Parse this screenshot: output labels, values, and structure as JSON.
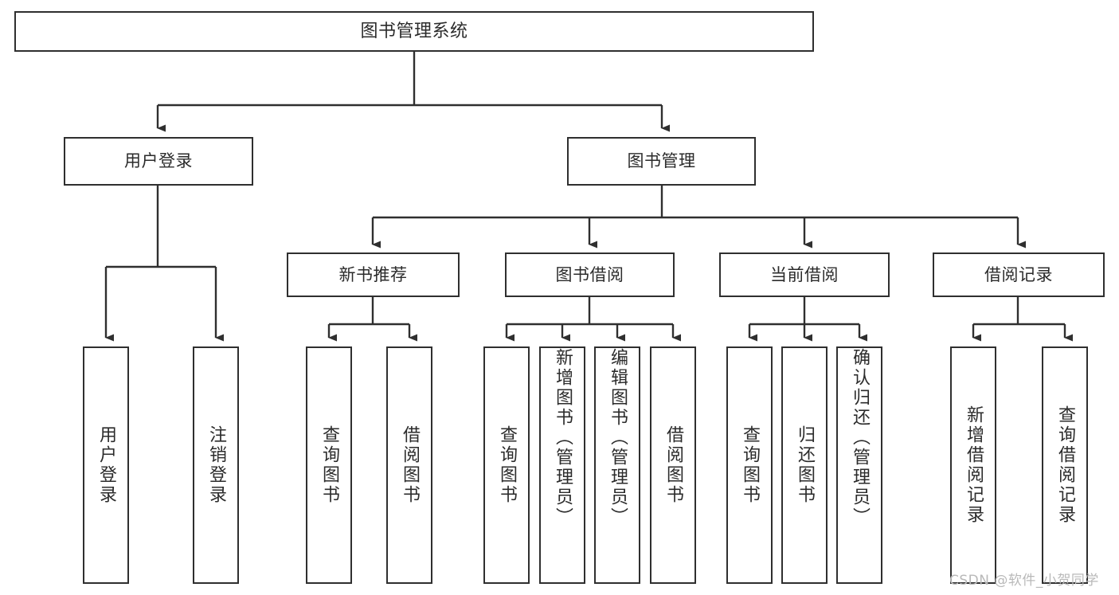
{
  "diagram": {
    "title": "图书管理系统",
    "type": "tree-hierarchy",
    "colors": {
      "stroke": "#2f2f2f",
      "fill": "#ffffff",
      "text": "#2b2b2b",
      "watermark": "#b9b9b9"
    },
    "levels": {
      "level1": {
        "root": {
          "label": "图书管理系统"
        }
      },
      "level2": [
        {
          "label": "用户登录"
        },
        {
          "label": "图书管理"
        }
      ],
      "level3": [
        {
          "label": "新书推荐"
        },
        {
          "label": "图书借阅"
        },
        {
          "label": "当前借阅"
        },
        {
          "label": "借阅记录"
        }
      ],
      "level4": [
        {
          "label": "用户登录",
          "parent": "用户登录"
        },
        {
          "label": "注销登录",
          "parent": "用户登录"
        },
        {
          "label": "查询图书",
          "parent": "新书推荐"
        },
        {
          "label": "借阅图书",
          "parent": "新书推荐"
        },
        {
          "label": "查询图书",
          "parent": "图书借阅"
        },
        {
          "label": "新增图书（管理员）",
          "parent": "图书借阅"
        },
        {
          "label": "编辑图书（管理员）",
          "parent": "图书借阅"
        },
        {
          "label": "借阅图书",
          "parent": "图书借阅"
        },
        {
          "label": "查询图书",
          "parent": "当前借阅"
        },
        {
          "label": "归还图书",
          "parent": "当前借阅"
        },
        {
          "label": "确认归还（管理员）",
          "parent": "当前借阅"
        },
        {
          "label": "新增借阅记录",
          "parent": "借阅记录"
        },
        {
          "label": "查询借阅记录",
          "parent": "借阅记录"
        }
      ]
    }
  },
  "watermark": {
    "text": "CSDN @软件_小贺同学"
  }
}
